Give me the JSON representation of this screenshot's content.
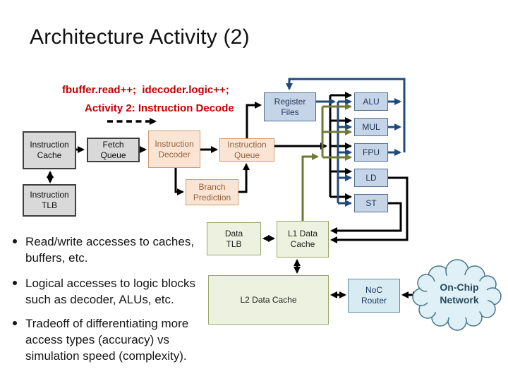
{
  "slide": {
    "title": "Architecture Activity (2)",
    "code_line": "fbuffer.read++;  idecoder.logic++;",
    "activity_line": "Activity 2: Instruction Decode",
    "bullets": [
      "Read/write accesses to caches, buffers, etc.",
      "Logical accesses to logic blocks such as decoder, ALUs, etc.",
      "Tradeoff of differentiating more access types (accuracy) vs simulation speed (complexity)."
    ]
  },
  "diagram": {
    "boxes": {
      "instruction_cache": {
        "l1": "Instruction",
        "l2": "Cache"
      },
      "fetch_queue": {
        "l1": "Fetch",
        "l2": "Queue"
      },
      "instruction_decoder": {
        "l1": "Instruction",
        "l2": "Decoder"
      },
      "instruction_queue": {
        "l1": "Instruction",
        "l2": "Queue"
      },
      "branch_prediction": {
        "l1": "Branch",
        "l2": "Prediction"
      },
      "instruction_tlb": {
        "l1": "Instruction",
        "l2": "TLB"
      },
      "register_files": {
        "l1": "Register",
        "l2": "Files"
      },
      "alu": {
        "l1": "ALU"
      },
      "mul": {
        "l1": "MUL"
      },
      "fpu": {
        "l1": "FPU"
      },
      "ld": {
        "l1": "LD"
      },
      "st": {
        "l1": "ST"
      },
      "data_tlb": {
        "l1": "Data",
        "l2": "TLB"
      },
      "l1_cache": {
        "l1": "L1 Data",
        "l2": "Cache"
      },
      "l2_cache": {
        "l1": "L2 Data Cache"
      },
      "noc_router": {
        "l1": "NoC",
        "l2": "Router"
      }
    },
    "cloud": {
      "l1": "On-Chip",
      "l2": "Network"
    }
  },
  "palette": {
    "title_text": "#111111",
    "annotation_red": "#c00000",
    "arrow_black": "#000000",
    "arrow_blue": "#1f497d",
    "arrow_olive": "#6f7a35",
    "box_gray": "#d9d9d9",
    "box_peach": "#fae5d4",
    "box_blue": "#c6d4e8",
    "box_green": "#edf1df",
    "box_cyan": "#d8ebf3",
    "cloud_fill": "#dff0f7"
  }
}
